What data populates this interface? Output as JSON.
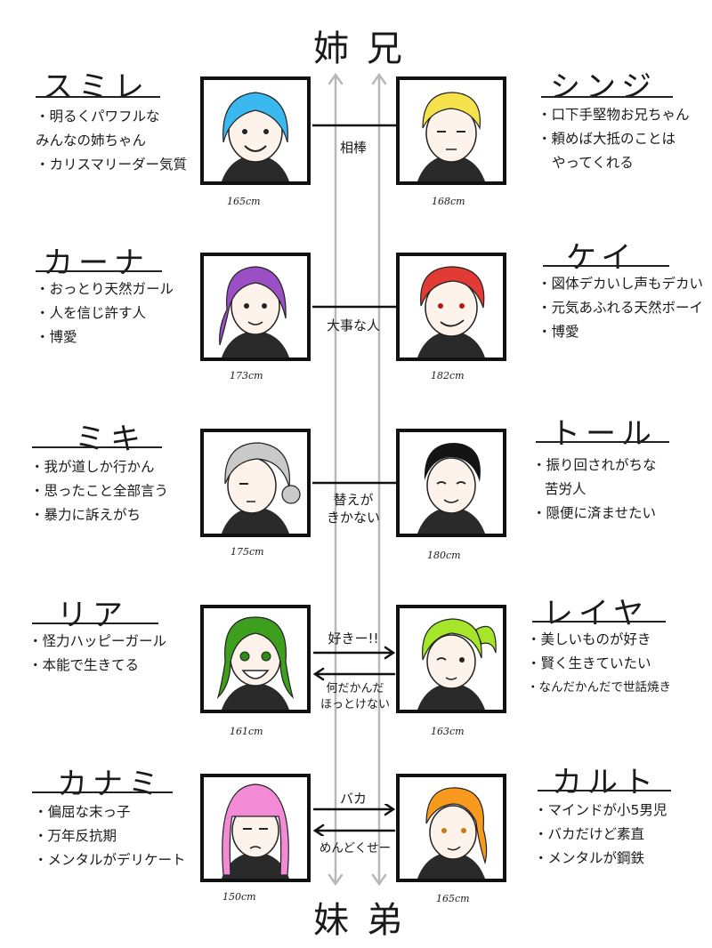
{
  "headers": {
    "left_top": "姉",
    "right_top": "兄",
    "left_bottom": "妹",
    "right_bottom": "弟"
  },
  "rows": [
    {
      "left": {
        "name": "スミレ",
        "traits": [
          "・明るくパワフルな",
          "みんなの姉ちゃん",
          "・カリスマリーダー気質"
        ],
        "height": "165cm",
        "hair": "#3cb8f0"
      },
      "right": {
        "name": "シンジ",
        "traits": [
          "・口下手堅物お兄ちゃん",
          "・頼めば大抵のことは",
          "やってくれる"
        ],
        "height": "168cm",
        "hair": "#f6e24a"
      },
      "relation": [
        "相棒"
      ]
    },
    {
      "left": {
        "name": "カーナ",
        "traits": [
          "・おっとり天然ガール",
          "・人を信じ許す人",
          "・博愛"
        ],
        "height": "173cm",
        "hair": "#9b4fc4"
      },
      "right": {
        "name": "ケイ",
        "traits": [
          "・図体デカいし声もデカい",
          "・元気あふれる天然ボーイ",
          "・博愛"
        ],
        "height": "182cm",
        "hair": "#e23a35"
      },
      "relation": [
        "大事な人"
      ]
    },
    {
      "left": {
        "name": "ミキ",
        "traits": [
          "・我が道しか行かん",
          "・思ったこと全部言う",
          "・暴力に訴えがち"
        ],
        "height": "175cm",
        "hair": "#c9c9c9"
      },
      "right": {
        "name": "トール",
        "traits": [
          "・振り回されがちな",
          "苦労人",
          "・隠便に済ませたい"
        ],
        "height": "180cm",
        "hair": "#141414"
      },
      "relation": [
        "替えが",
        "きかない"
      ]
    },
    {
      "left": {
        "name": "リア",
        "traits": [
          "・怪力ハッピーガール",
          "・本能で生きてる"
        ],
        "height": "161cm",
        "hair": "#3e9e1e"
      },
      "right": {
        "name": "レイヤ",
        "traits": [
          "・美しいものが好き",
          "・賢く生きていたい",
          "・なんだかんだで世話焼き"
        ],
        "height": "163cm",
        "hair": "#a6e62a"
      },
      "relation_top": "好きー!!",
      "relation_bottom": [
        "何だかんだ",
        "ほっとけない"
      ]
    },
    {
      "left": {
        "name": "カナミ",
        "traits": [
          "・偏屈な末っ子",
          "・万年反抗期",
          "・メンタルがデリケート"
        ],
        "height": "150cm",
        "hair": "#f28ad6"
      },
      "right": {
        "name": "カルト",
        "traits": [
          "・マインドが小5男児",
          "・バカだけど素直",
          "・メンタルが鋼鉄"
        ],
        "height": "165cm",
        "hair": "#f79a1e"
      },
      "relation_top": "バカ",
      "relation_bottom": [
        "めんどくせー"
      ]
    }
  ],
  "colors": {
    "rule": "#b8b8b8",
    "frame": "#111111",
    "ink": "#1a1a1a",
    "skin": "#fdf3ea",
    "sweater": "#2a2a2a"
  }
}
